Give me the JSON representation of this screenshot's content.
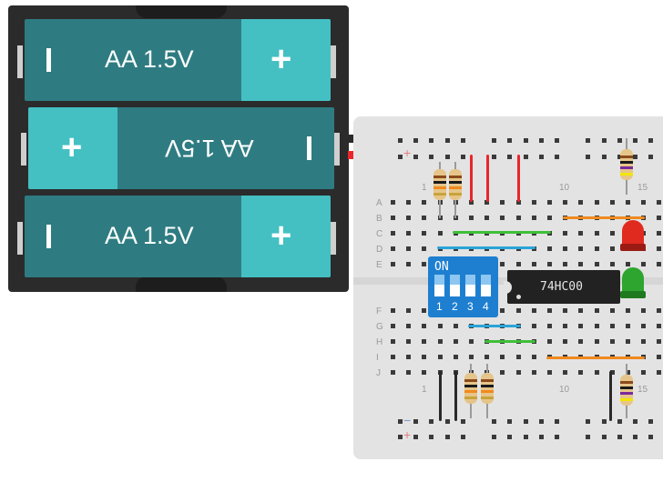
{
  "batteries": [
    {
      "label": "AA 1.5V"
    },
    {
      "label": "AA 1.5V"
    },
    {
      "label": "AA 1.5V"
    }
  ],
  "battery_terminal": {
    "plus": "+",
    "minus": "−"
  },
  "breadboard": {
    "row_labels_top": [
      "A",
      "B",
      "C",
      "D",
      "E"
    ],
    "row_labels_bottom": [
      "F",
      "G",
      "H",
      "I",
      "J"
    ],
    "column_numbers": [
      "1",
      "10",
      "15"
    ],
    "rail_minus": "−",
    "rail_plus": "+"
  },
  "dip_switch": {
    "on_label": "ON",
    "switch_numbers": [
      "1",
      "2",
      "3",
      "4"
    ]
  },
  "ic_chip": {
    "label": "74HC00"
  },
  "colors": {
    "battery_body": "#2e7c82",
    "battery_cap": "#44c0c3",
    "wire_red": "#e8262b",
    "wire_black": "#2a2a2a",
    "wire_green": "#3fbf3a",
    "wire_blue": "#2aa4d8",
    "wire_orange": "#f08a1f",
    "led_red": "#e12a1f",
    "led_green": "#2ea52e",
    "dip_blue": "#1e7fd0"
  }
}
